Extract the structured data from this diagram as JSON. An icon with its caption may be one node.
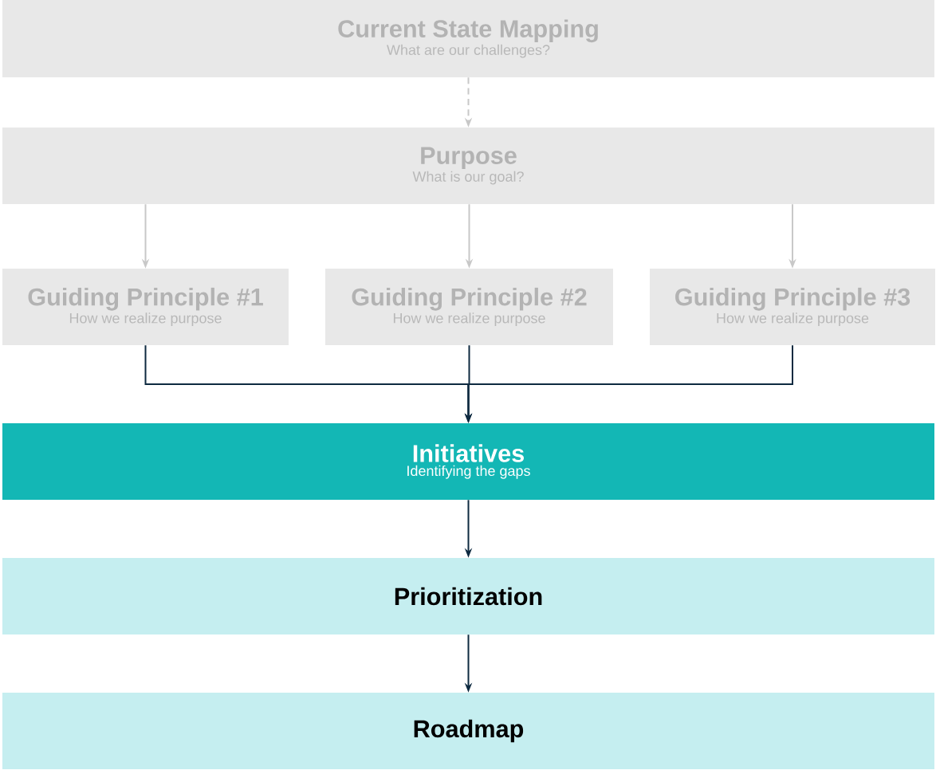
{
  "diagram": {
    "nodes": [
      {
        "text": [
          "Current State Mapping",
          "What are our challenges?"
        ]
      },
      {
        "text": [
          "Purpose",
          "What is our goal?"
        ]
      },
      {
        "text": [
          "Guiding Principle #1",
          "How we realize purpose"
        ]
      },
      {
        "text": [
          "Guiding Principle #2",
          "How we realize purpose"
        ]
      },
      {
        "text": [
          "Guiding Principle #3",
          "How we realize purpose"
        ]
      },
      {
        "text": [
          "Initiatives",
          "Identifying the gaps"
        ]
      },
      {
        "text": [
          "Prioritization"
        ]
      },
      {
        "text": [
          "Roadmap"
        ]
      }
    ],
    "edges": [
      {
        "from": 0,
        "to": 1,
        "arrow": "to",
        "style": "dashed",
        "color": "#c8c8c8"
      },
      {
        "from": 1,
        "to": 2,
        "arrow": "to",
        "color": "#c8c8c8"
      },
      {
        "from": 1,
        "to": 3,
        "arrow": "to",
        "color": "#c8c8c8"
      },
      {
        "from": 1,
        "to": 4,
        "arrow": "to",
        "color": "#c8c8c8"
      },
      {
        "from": 2,
        "to": 5,
        "arrow": "to"
      },
      {
        "from": 3,
        "to": 5,
        "arrow": "to"
      },
      {
        "from": 4,
        "to": 5,
        "arrow": "to"
      },
      {
        "from": 5,
        "to": 6,
        "arrow": "to"
      },
      {
        "from": 6,
        "to": 7,
        "arrow": "to"
      }
    ]
  }
}
